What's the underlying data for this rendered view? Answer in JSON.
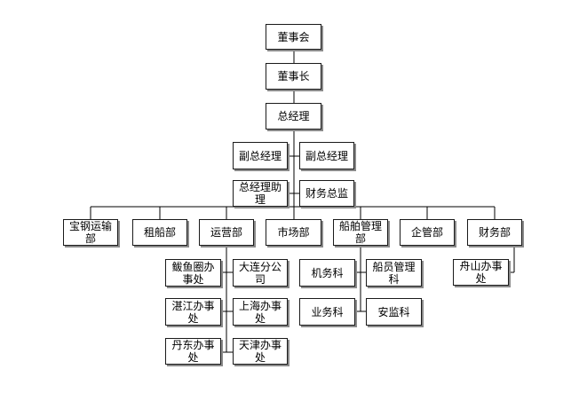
{
  "colors": {
    "border": "#1a1a1a",
    "shadow": "#8a8a8a",
    "text": "#000000",
    "line": "#000000"
  },
  "nodes": {
    "board": "董事会",
    "chairman": "董事长",
    "general_manager": "总经理",
    "deputy_gm_left": "副总经理",
    "deputy_gm_right": "副总经理",
    "gm_assistant": "总经理助理",
    "finance_director": "财务总监",
    "baogang_transport_dept": "宝钢运输部",
    "chartering_dept": "租船部",
    "operations_dept": "运营部",
    "market_dept": "市场部",
    "ship_management_dept": "船舶管理部",
    "enterprise_mgmt_dept": "企管部",
    "finance_dept": "财务部",
    "bayuquan_office": "鲅鱼圈办事处",
    "dalian_branch": "大连分公司",
    "zhanjiang_office": "湛江办事处",
    "shanghai_office": "上海办事处",
    "dandong_office": "丹东办事处",
    "tianjin_office": "天津办事处",
    "machinery_section": "机务科",
    "crew_management_section": "船员管理科",
    "business_section": "业务科",
    "safety_supervision_section": "安监科",
    "zhoushan_office": "舟山办事处"
  }
}
